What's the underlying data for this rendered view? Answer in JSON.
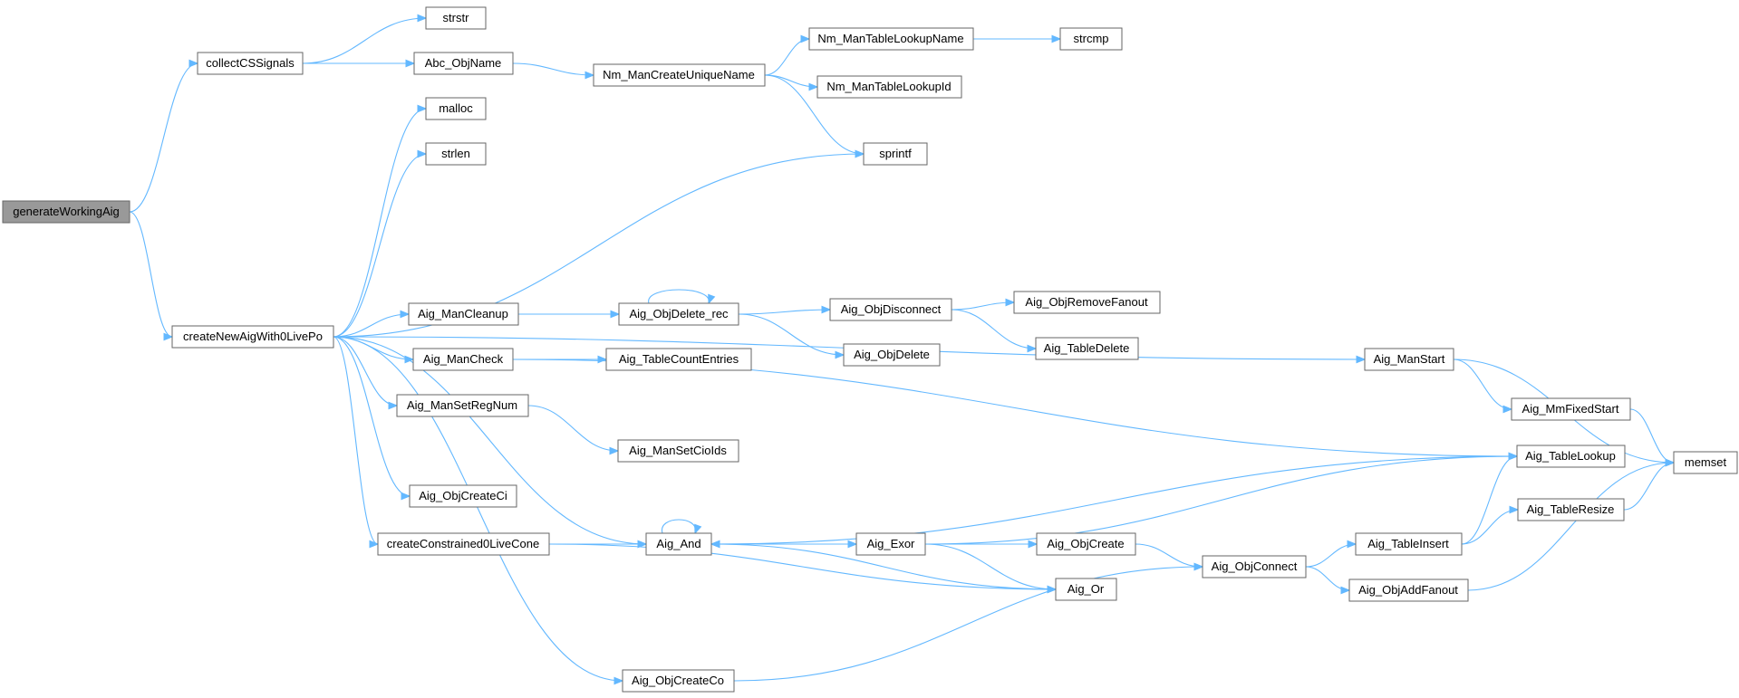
{
  "nodes": {
    "generateWorkingAig": "generateWorkingAig",
    "collectCSSignals": "collectCSSignals",
    "strstr": "strstr",
    "Abc_ObjName": "Abc_ObjName",
    "Nm_ManCreateUniqueName": "Nm_ManCreateUniqueName",
    "Nm_ManTableLookupName": "Nm_ManTableLookupName",
    "strcmp": "strcmp",
    "Nm_ManTableLookupId": "Nm_ManTableLookupId",
    "malloc": "malloc",
    "strlen": "strlen",
    "sprintf": "sprintf",
    "createNewAigWith0LivePo": "createNewAigWith0LivePo",
    "Aig_ManCleanup": "Aig_ManCleanup",
    "Aig_ObjDelete_rec": "Aig_ObjDelete_rec",
    "Aig_ObjDisconnect": "Aig_ObjDisconnect",
    "Aig_ObjRemoveFanout": "Aig_ObjRemoveFanout",
    "Aig_TableDelete": "Aig_TableDelete",
    "Aig_ObjDelete": "Aig_ObjDelete",
    "Aig_ManCheck": "Aig_ManCheck",
    "Aig_TableCountEntries": "Aig_TableCountEntries",
    "Aig_ManSetRegNum": "Aig_ManSetRegNum",
    "Aig_ManSetCioIds": "Aig_ManSetCioIds",
    "Aig_ManStart": "Aig_ManStart",
    "Aig_MmFixedStart": "Aig_MmFixedStart",
    "memset": "memset",
    "Aig_TableLookup": "Aig_TableLookup",
    "Aig_TableResize": "Aig_TableResize",
    "Aig_ObjCreateCi": "Aig_ObjCreateCi",
    "createConstrained0LiveCone": "createConstrained0LiveCone",
    "Aig_And": "Aig_And",
    "Aig_Exor": "Aig_Exor",
    "Aig_ObjCreate": "Aig_ObjCreate",
    "Aig_Or": "Aig_Or",
    "Aig_ObjConnect": "Aig_ObjConnect",
    "Aig_TableInsert": "Aig_TableInsert",
    "Aig_ObjAddFanout": "Aig_ObjAddFanout",
    "Aig_ObjCreateCo": "Aig_ObjCreateCo"
  },
  "root": "generateWorkingAig",
  "edges": [
    [
      "generateWorkingAig",
      "collectCSSignals"
    ],
    [
      "generateWorkingAig",
      "createNewAigWith0LivePo"
    ],
    [
      "collectCSSignals",
      "strstr"
    ],
    [
      "collectCSSignals",
      "Abc_ObjName"
    ],
    [
      "Abc_ObjName",
      "Nm_ManCreateUniqueName"
    ],
    [
      "Nm_ManCreateUniqueName",
      "Nm_ManTableLookupName"
    ],
    [
      "Nm_ManCreateUniqueName",
      "Nm_ManTableLookupId"
    ],
    [
      "Nm_ManCreateUniqueName",
      "sprintf"
    ],
    [
      "Nm_ManTableLookupName",
      "strcmp"
    ],
    [
      "createNewAigWith0LivePo",
      "malloc"
    ],
    [
      "createNewAigWith0LivePo",
      "strlen"
    ],
    [
      "createNewAigWith0LivePo",
      "sprintf"
    ],
    [
      "createNewAigWith0LivePo",
      "Aig_ManStart"
    ],
    [
      "createNewAigWith0LivePo",
      "Aig_ManCleanup"
    ],
    [
      "createNewAigWith0LivePo",
      "Aig_ManCheck"
    ],
    [
      "createNewAigWith0LivePo",
      "Aig_ManSetRegNum"
    ],
    [
      "createNewAigWith0LivePo",
      "Aig_ObjCreateCi"
    ],
    [
      "createNewAigWith0LivePo",
      "createConstrained0LiveCone"
    ],
    [
      "createNewAigWith0LivePo",
      "Aig_And"
    ],
    [
      "createNewAigWith0LivePo",
      "Aig_ObjCreateCo"
    ],
    [
      "Aig_ManCleanup",
      "Aig_ObjDelete_rec"
    ],
    [
      "Aig_ObjDelete_rec",
      "Aig_ObjDelete_rec"
    ],
    [
      "Aig_ObjDelete_rec",
      "Aig_ObjDisconnect"
    ],
    [
      "Aig_ObjDelete_rec",
      "Aig_ObjDelete"
    ],
    [
      "Aig_ObjDisconnect",
      "Aig_ObjRemoveFanout"
    ],
    [
      "Aig_ObjDisconnect",
      "Aig_TableDelete"
    ],
    [
      "Aig_ManCheck",
      "Aig_TableCountEntries"
    ],
    [
      "Aig_ManCheck",
      "Aig_TableLookup"
    ],
    [
      "Aig_ManSetRegNum",
      "Aig_ManSetCioIds"
    ],
    [
      "Aig_ManStart",
      "memset"
    ],
    [
      "Aig_ManStart",
      "Aig_MmFixedStart"
    ],
    [
      "Aig_MmFixedStart",
      "memset"
    ],
    [
      "Aig_TableResize",
      "memset"
    ],
    [
      "createConstrained0LiveCone",
      "Aig_And"
    ],
    [
      "createConstrained0LiveCone",
      "Aig_Or"
    ],
    [
      "Aig_And",
      "Aig_And"
    ],
    [
      "Aig_And",
      "Aig_TableLookup"
    ],
    [
      "Aig_And",
      "Aig_ObjCreate"
    ],
    [
      "Aig_And",
      "Aig_Exor"
    ],
    [
      "Aig_Exor",
      "Aig_And"
    ],
    [
      "Aig_Exor",
      "Aig_TableLookup"
    ],
    [
      "Aig_Exor",
      "Aig_ObjCreate"
    ],
    [
      "Aig_Exor",
      "Aig_Or"
    ],
    [
      "Aig_Or",
      "Aig_And"
    ],
    [
      "Aig_ObjCreate",
      "Aig_ObjConnect"
    ],
    [
      "Aig_ObjConnect",
      "Aig_TableInsert"
    ],
    [
      "Aig_ObjConnect",
      "Aig_ObjAddFanout"
    ],
    [
      "Aig_TableInsert",
      "Aig_TableLookup"
    ],
    [
      "Aig_TableInsert",
      "Aig_TableResize"
    ],
    [
      "Aig_ObjAddFanout",
      "memset"
    ],
    [
      "Aig_ObjCreateCo",
      "Aig_ObjConnect"
    ]
  ]
}
